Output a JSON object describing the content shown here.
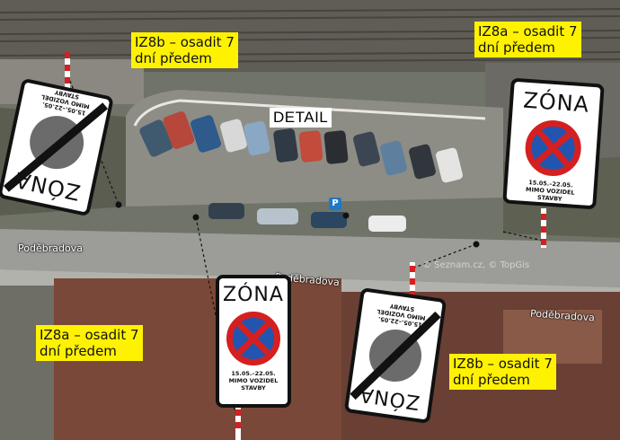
{
  "map": {
    "detail_label": "DETAIL",
    "streets": {
      "main": "Poděbradova"
    },
    "watermark": "© Seznam.cz, © TopGis",
    "parking_symbol": "P",
    "callouts": [
      {
        "id": "iz8b-top",
        "text": "IZ8b – osadit 7\ndní předem"
      },
      {
        "id": "iz8a-top",
        "text": "IZ8a – osadit 7\ndní předem"
      },
      {
        "id": "iz8a-bottom",
        "text": "IZ8a – osadit 7\ndní předem"
      },
      {
        "id": "iz8b-bottom",
        "text": "IZ8b – osadit 7\ndní předem"
      }
    ],
    "sign_zone": {
      "heading": "ZÓNA",
      "dates": "15.05.–22.05.",
      "except": "MIMO VOZIDEL",
      "purpose": "STAVBY",
      "symbol": "no-stopping-icon"
    },
    "sign_zone_end": {
      "heading": "ZÓNA",
      "dates": "15.05.–22.05.",
      "except": "MIMO VOZIDEL",
      "purpose": "STAVBY",
      "symbol": "no-stopping-end-icon"
    },
    "colors": {
      "label_bg": "#fff200",
      "sign_red": "#d42020",
      "sign_blue": "#2255b0"
    }
  }
}
